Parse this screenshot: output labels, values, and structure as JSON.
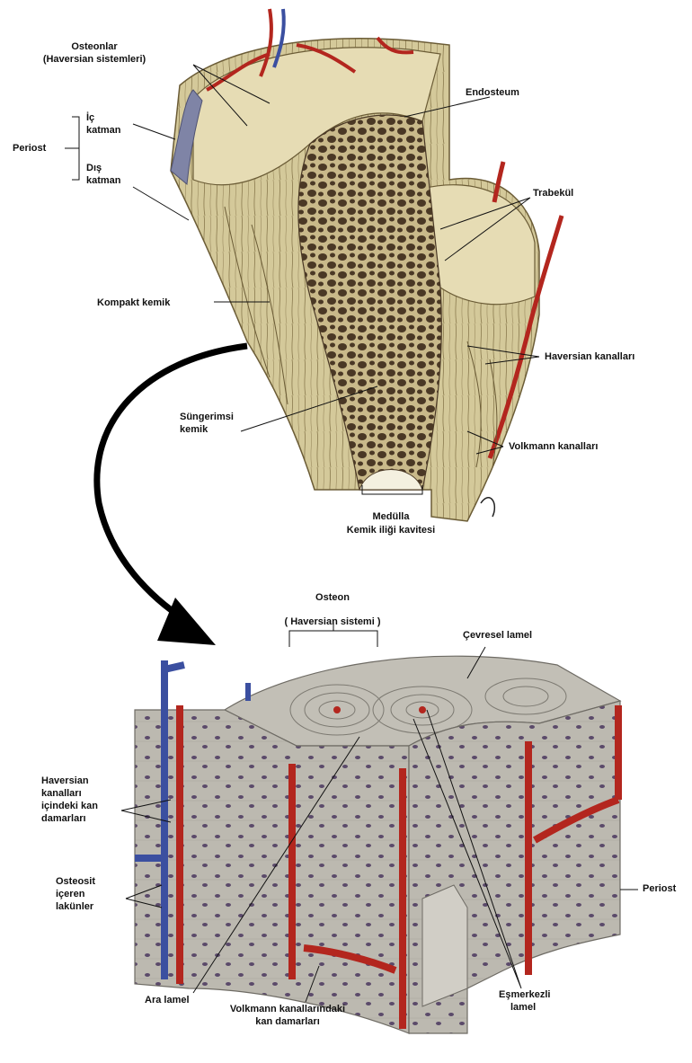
{
  "colors": {
    "bone": "#d6cc9c",
    "bone_dark": "#a89a66",
    "spongy": "#5e4a32",
    "artery": "#b3261e",
    "vein": "#3b4fa0",
    "block": "#b9b6ad",
    "block_dark": "#8e8b83"
  },
  "labels": {
    "osteonlar": "Osteonlar",
    "haversian_sistemleri": "(Haversian sistemleri)",
    "periost": "Periost",
    "ic": "İç",
    "katman1": "katman",
    "dis": "Dış",
    "katman2": "katman",
    "endosteum": "Endosteum",
    "trabekul": "Trabekül",
    "kompakt_kemik": "Kompakt kemik",
    "haversian_kanallari": "Haversian kanalları",
    "sungerimsi": "Süngerimsi",
    "kemik": "kemik",
    "volkmann_kanallari": "Volkmann kanalları",
    "medulla": "Medülla",
    "kemik_iligi": "Kemik iliği kavitesi",
    "osteon": "Osteon",
    "haversian_sistemi": "( Haversian sistemi )",
    "cevresel_lamel": "Çevresel lamel",
    "hk_line1": "Haversian",
    "hk_line2": "kanalları",
    "hk_line3": "içindeki kan",
    "hk_line4": "damarları",
    "os_line1": "Osteosit",
    "os_line2": "içeren",
    "os_line3": "lakünler",
    "periost_bottom": "Periost",
    "ara_lamel": "Ara lamel",
    "vk_line1": "Volkmann kanallarındaki",
    "vk_line2": "kan damarları",
    "es_line1": "Eşmerkezli",
    "es_line2": "lamel"
  }
}
